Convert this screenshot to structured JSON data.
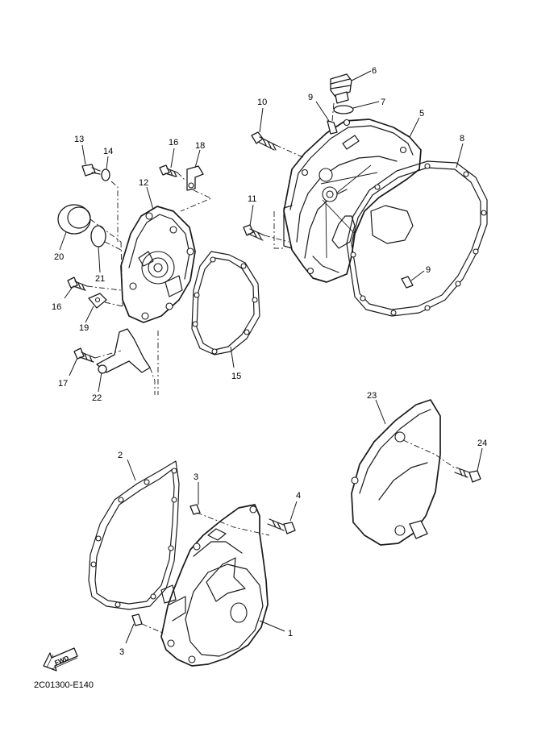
{
  "diagram": {
    "code": "2C01300-E140",
    "fwd_label": "FWD",
    "callouts": [
      {
        "id": "c1",
        "label": "1"
      },
      {
        "id": "c2",
        "label": "2"
      },
      {
        "id": "c3a",
        "label": "3"
      },
      {
        "id": "c3b",
        "label": "3"
      },
      {
        "id": "c4",
        "label": "4"
      },
      {
        "id": "c5",
        "label": "5"
      },
      {
        "id": "c6",
        "label": "6"
      },
      {
        "id": "c7",
        "label": "7"
      },
      {
        "id": "c8",
        "label": "8"
      },
      {
        "id": "c9a",
        "label": "9"
      },
      {
        "id": "c9b",
        "label": "9"
      },
      {
        "id": "c10",
        "label": "10"
      },
      {
        "id": "c11",
        "label": "11"
      },
      {
        "id": "c12",
        "label": "12"
      },
      {
        "id": "c13",
        "label": "13"
      },
      {
        "id": "c14",
        "label": "14"
      },
      {
        "id": "c15",
        "label": "15"
      },
      {
        "id": "c16a",
        "label": "16"
      },
      {
        "id": "c16b",
        "label": "16"
      },
      {
        "id": "c17",
        "label": "17"
      },
      {
        "id": "c18",
        "label": "18"
      },
      {
        "id": "c19",
        "label": "19"
      },
      {
        "id": "c20",
        "label": "20"
      },
      {
        "id": "c21",
        "label": "21"
      },
      {
        "id": "c22",
        "label": "22"
      },
      {
        "id": "c23",
        "label": "23"
      },
      {
        "id": "c24",
        "label": "24"
      }
    ]
  }
}
